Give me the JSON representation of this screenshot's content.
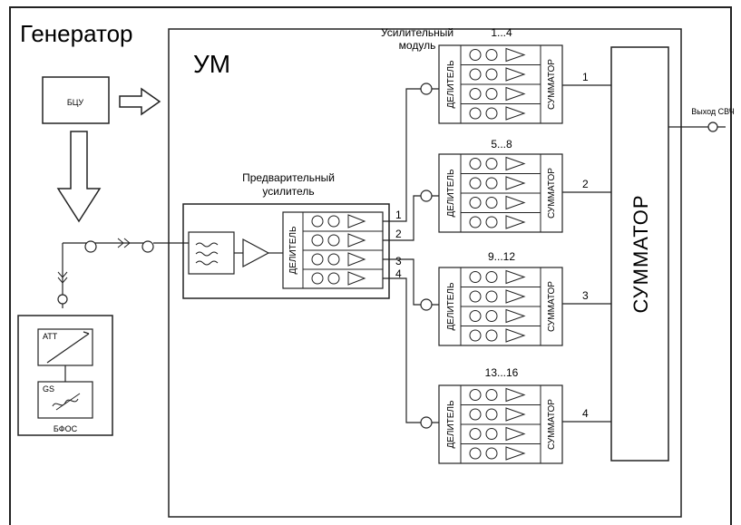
{
  "labels": {
    "generator": "Генератор",
    "um": "УМ",
    "bcu": "БЦУ",
    "bfos": "БФОС",
    "att": "АТТ",
    "gs": "GS",
    "preamp": [
      "Предварительный",
      "усилитель"
    ],
    "amp_module": [
      "Усилительный",
      "модуль"
    ],
    "divider": "ДЕЛИТЕЛЬ",
    "module_combiner": "СУММАТОР",
    "main_combiner": "СУММАТОР",
    "output": "Выход СВЧ"
  },
  "modules": [
    {
      "range": "1...4",
      "output": "1"
    },
    {
      "range": "5...8",
      "output": "2"
    },
    {
      "range": "9...12",
      "output": "3"
    },
    {
      "range": "13...16",
      "output": "4"
    }
  ],
  "preamp_outputs": [
    "1",
    "2",
    "3",
    "4"
  ]
}
